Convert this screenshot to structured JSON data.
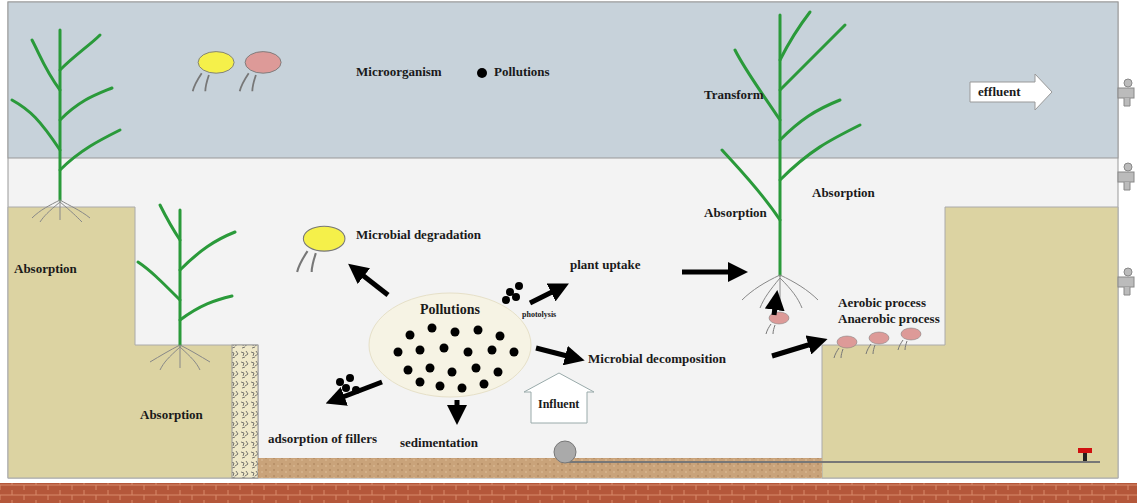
{
  "diagram": {
    "nodes": [
      {
        "text": [
          "Pollutions"
        ]
      },
      {
        "text": [
          "Influent"
        ]
      }
    ],
    "labels": [
      "Transform",
      "effluent",
      "Absorption",
      "Absorption",
      "Absorption",
      "Absorption",
      "Microbial degradation",
      "plant uptake",
      "photolysis",
      "Microbial decomposition",
      "Aerobic process",
      "Anaerobic process",
      "adsorption of fillers",
      "sedimentation"
    ],
    "legend": [
      {
        "text": "Microorganism"
      },
      {
        "text": "Pollutions"
      }
    ]
  }
}
